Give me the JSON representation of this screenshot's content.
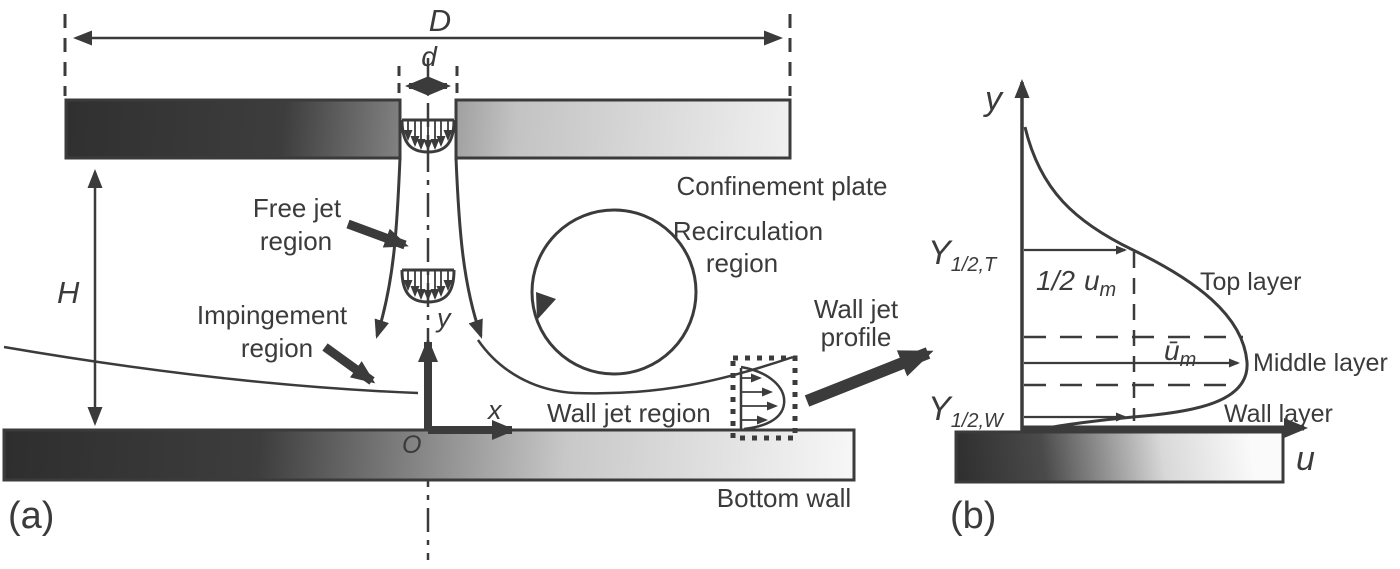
{
  "figure": {
    "background": "#ffffff",
    "ink_color": "#3b3b3b",
    "panel_a": {
      "panel_label": "(a)",
      "dim_plate_width": "D",
      "dim_nozzle_diameter": "d",
      "dim_standoff": "H",
      "axis_x": "x",
      "axis_y": "y",
      "origin": "O",
      "confinement_plate": "Confinement plate",
      "free_jet_1": "Free jet",
      "free_jet_2": "region",
      "impingement_1": "Impingement",
      "impingement_2": "region",
      "recirculation_1": "Recirculation",
      "recirculation_2": "region",
      "wall_jet_region": "Wall jet region",
      "wall_jet_profile_1": "Wall jet",
      "wall_jet_profile_2": "profile",
      "bottom_wall": "Bottom wall"
    },
    "panel_b": {
      "panel_label": "(b)",
      "axis_y": "y",
      "axis_u": "u",
      "y_half_top_base": "Y",
      "y_half_top_sub": "1/2,T",
      "y_half_wall_base": "Y",
      "y_half_wall_sub": "1/2,W",
      "half_um_prefix": "1/2",
      "half_um_base": "u",
      "half_um_sub": "m",
      "um_base": "ū",
      "um_sub": "m",
      "top_layer": "Top layer",
      "middle_layer": "Middle layer",
      "wall_layer": "Wall layer"
    }
  }
}
